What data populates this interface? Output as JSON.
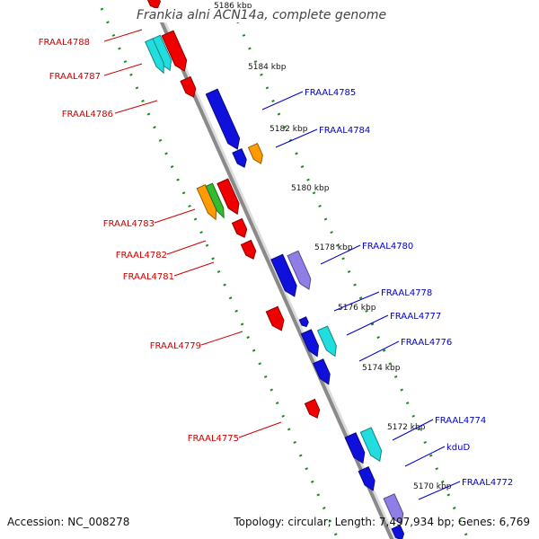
{
  "title": "Frankia alni ACN14a, complete genome",
  "footer": {
    "accession": "Accession: NC_008278",
    "summary": "Topology: circular; Length: 7,497,934 bp; Genes: 6,769"
  },
  "colors": {
    "backbone": "#8a8a8a",
    "ticks": "#1c8a1c",
    "reverse_strand_label": "#cc0000",
    "forward_strand_label": "#0000cc",
    "red_gene": "#ee0000",
    "blue_gene": "#1010dd",
    "cyan_gene": "#22dddd",
    "orange_gene": "#ff9a00",
    "green_gene": "#33bb33",
    "lavender_gene": "#8e7ee6"
  },
  "scale_labels": [
    "5186 kbp",
    "5184 kbp",
    "5182 kbp",
    "5180 kbp",
    "5178 kbp",
    "5176 kbp",
    "5174 kbp",
    "5172 kbp",
    "5170 kbp"
  ],
  "reverse_labels": [
    "FRAAL4788",
    "FRAAL4787",
    "FRAAL4786",
    "FRAAL4783",
    "FRAAL4782",
    "FRAAL4781",
    "FRAAL4779",
    "FRAAL4775"
  ],
  "forward_labels": [
    "FRAAL4785",
    "FRAAL4784",
    "FRAAL4780",
    "FRAAL4778",
    "FRAAL4777",
    "FRAAL4776",
    "FRAAL4774",
    "kduD",
    "FRAAL4772"
  ]
}
